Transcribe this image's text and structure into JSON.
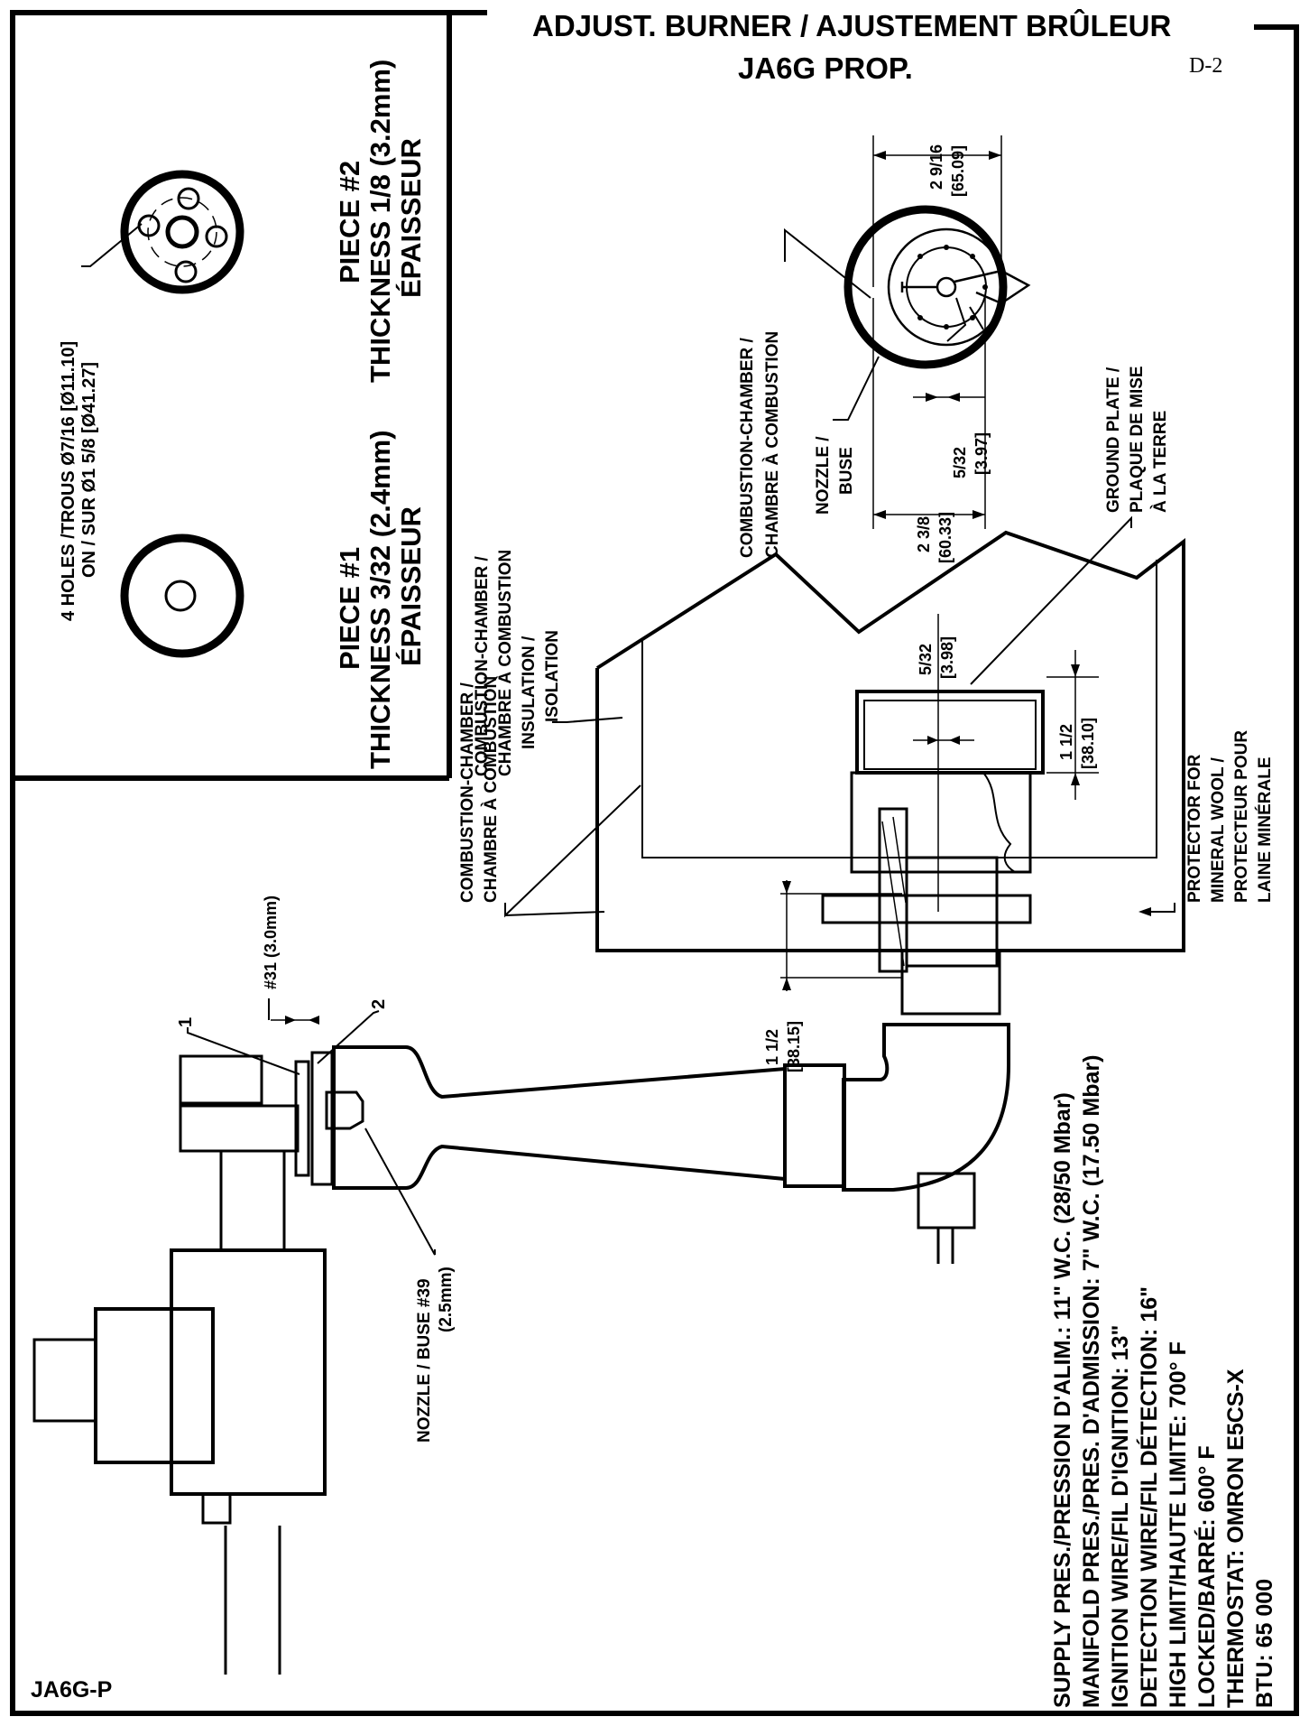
{
  "header": {
    "title_line1": "ADJUST. BURNER / AJUSTEMENT BRÛLEUR",
    "title_line2": "JA6G PROP.",
    "page_ref": "D-2"
  },
  "inset": {
    "piece1_title": "PIECE #1",
    "piece1_thickness": "THICKNESS 3/32 (2.4mm)",
    "piece1_epaisseur": "ÉPAISSEUR",
    "piece2_title": "PIECE #2",
    "piece2_thickness": "THICKNESS 1/8 (3.2mm)",
    "piece2_epaisseur": "ÉPAISSEUR",
    "holes_line1": "4 HOLES /TROUS Ø7/16 [Ø11.10]",
    "holes_line2": "ON / SUR Ø1 5/8 [Ø41.27]"
  },
  "top_view": {
    "dim_top_a": "2 9/16",
    "dim_top_b": "[65.09]",
    "dim_left_a": "2 3/8",
    "dim_left_b": "[60.33]",
    "dim_gap_a": "5/32",
    "dim_gap_b": "[3.97]",
    "chamber_l1": "COMBUSTION-CHAMBER /",
    "chamber_l2": "CHAMBRE À COMBUSTION",
    "nozzle_l1": "NOZZLE /",
    "nozzle_l2": "BUSE",
    "ground_l1": "GROUND PLATE /",
    "ground_l2": "PLAQUE DE MISE",
    "ground_l3": "À LA TERRE"
  },
  "main_view": {
    "insul_l1": "COMBUSTION-CHAMBER /",
    "insul_l2": "CHAMBRE À COMBUSTION",
    "insul_l3": "INSULATION /",
    "insul_l4": "ISOLATION",
    "chamber2_l1": "COMBUSTION-CHAMBER /",
    "chamber2_l2": "CHAMBRE À COMBUSTION",
    "gap_a": "5/32",
    "gap_b": "[3.98]",
    "height_a": "1 1/2",
    "height_b": "[38.10]",
    "prot_l1": "PROTECTOR FOR",
    "prot_l2": "MINERAL WOOL /",
    "prot_l3": "PROTECTEUR POUR",
    "prot_l4": "LAINE MINÉRALE",
    "riser_a": "1 1/2",
    "riser_b": "[38.15]",
    "orifice_dim": "#31 (3.0mm)",
    "callout1": "1",
    "callout2": "2",
    "nozzle_l1": "NOZZLE / BUSE #39",
    "nozzle_l2": "(2.5mm)"
  },
  "specs": [
    "SUPPLY PRES./PRESSION D'ALIM.: 11\" W.C. (28/50 Mbar)",
    "MANIFOLD PRES./PRES. D'ADMISSION: 7\" W.C. (17.50 Mbar)",
    "IGNITION WIRE/FIL D'IGNITION: 13\"",
    "DETECTION WIRE/FIL DÉTECTION: 16\"",
    "HIGH LIMIT/HAUTE LIMITE: 700° F",
    "LOCKED/BARRÉ: 600° F",
    "THERMOSTAT: OMRON E5CS-X",
    "BTU: 65 000"
  ],
  "footer": {
    "model": "JA6G-P"
  }
}
